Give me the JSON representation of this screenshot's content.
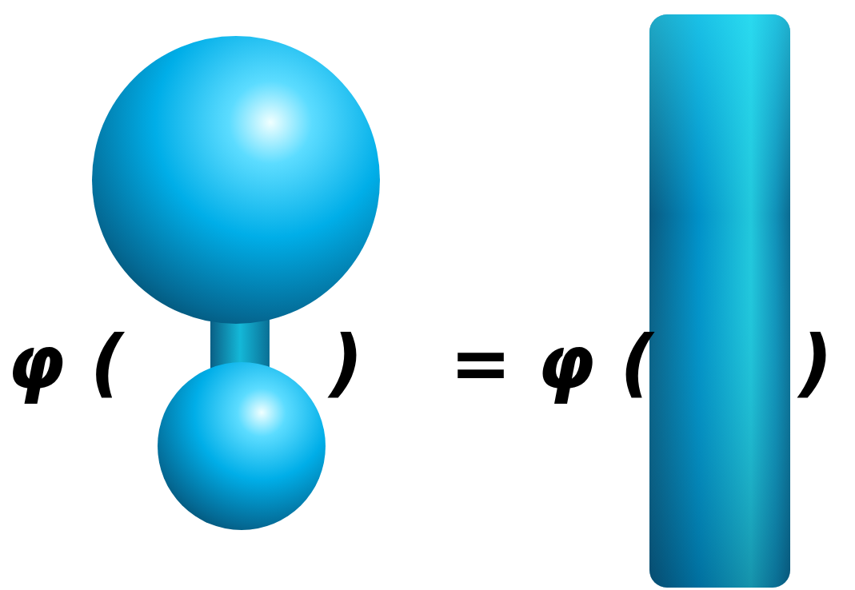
{
  "diagram": {
    "labels": [
      "φ (",
      ")",
      "= φ (",
      ")"
    ]
  }
}
